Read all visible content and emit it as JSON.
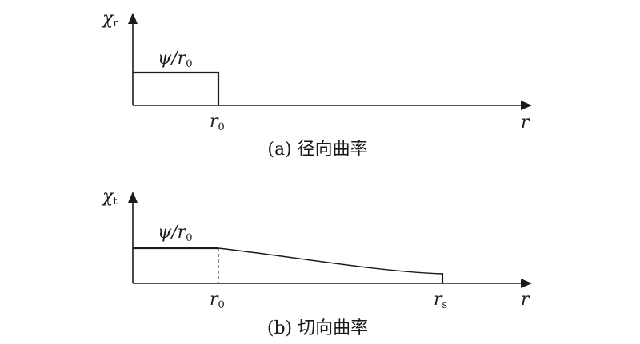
{
  "panel_a": {
    "y_symbol": "χ",
    "y_subscript": "r",
    "level_label_main": "ψ/r",
    "level_label_sub": "0",
    "tick_main": "r",
    "tick_sub": "0",
    "x_label": "r",
    "caption": "(a) 径向曲率"
  },
  "panel_b": {
    "y_symbol": "χ",
    "y_subscript": "t",
    "level_label_main": "ψ/r",
    "level_label_sub": "0",
    "tick1_main": "r",
    "tick1_sub": "0",
    "tick2_main": "r",
    "tick2_sub": "s",
    "x_label": "r",
    "caption": "(b) 切向曲率"
  }
}
